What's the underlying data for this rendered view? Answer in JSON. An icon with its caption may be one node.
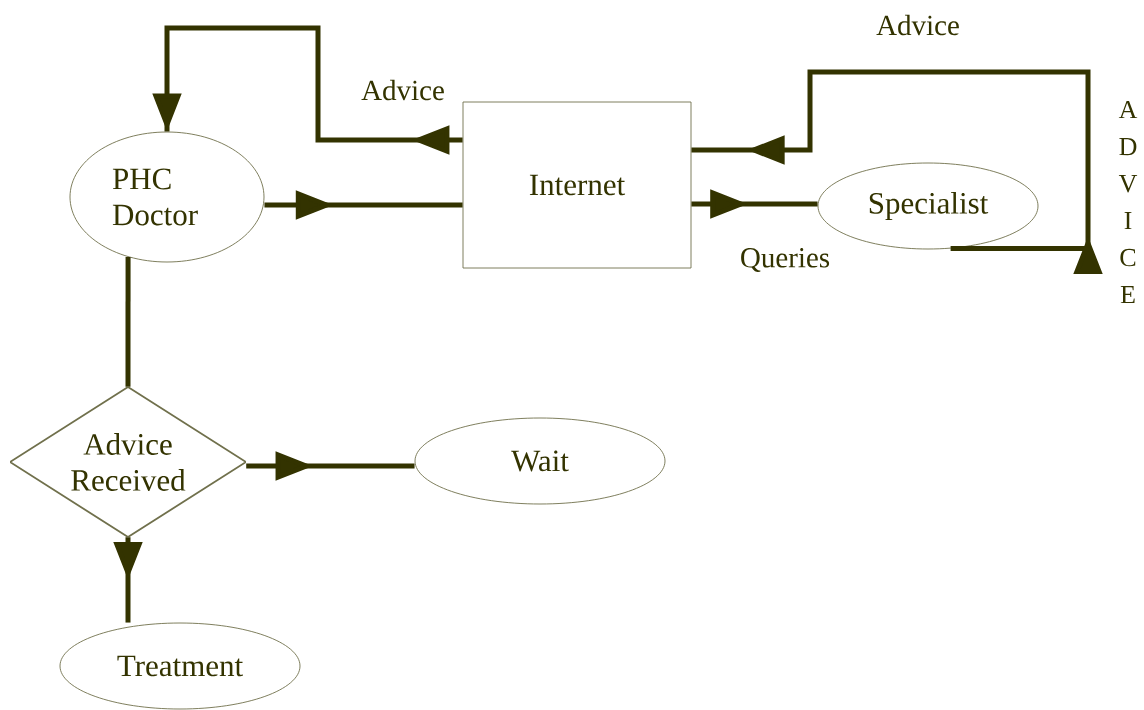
{
  "diagram": {
    "nodes": [
      {
        "text": [
          "PHC Doctor"
        ]
      },
      {
        "text": [
          "Internet"
        ]
      },
      {
        "text": [
          "Specialist"
        ]
      },
      {
        "text": [
          "Advice Received"
        ]
      },
      {
        "text": [
          "Wait"
        ]
      },
      {
        "text": [
          "Treatment"
        ]
      }
    ],
    "edges": [
      {
        "from": 1,
        "to": 0,
        "arrow": "to",
        "label": "Advice"
      },
      {
        "from": 0,
        "to": 1,
        "arrow": "to"
      },
      {
        "from": 1,
        "to": 2,
        "arrow": "to",
        "label": "Queries"
      },
      {
        "from": 2,
        "to": 1,
        "arrow": "to",
        "label": "Advice"
      },
      {
        "from": 0,
        "to": 3,
        "arrow": "none"
      },
      {
        "from": 3,
        "to": 4,
        "arrow": "to"
      },
      {
        "from": 3,
        "to": 5,
        "arrow": "to"
      }
    ],
    "labels": [
      "ADVICE"
    ]
  }
}
